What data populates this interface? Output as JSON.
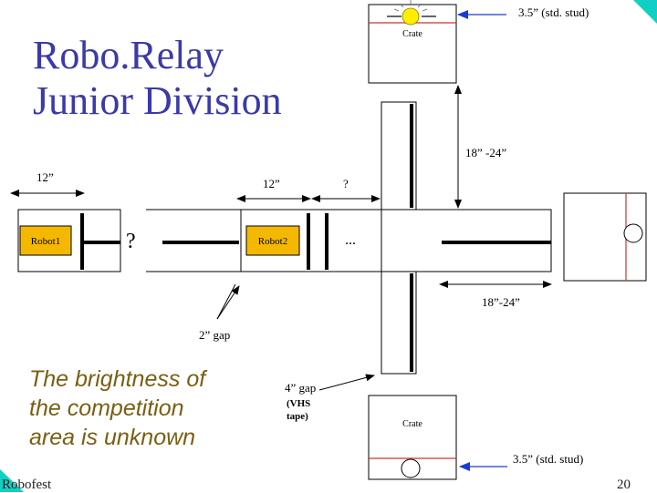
{
  "title": {
    "line1": "Robo.Relay",
    "line2": "Junior Division"
  },
  "note": {
    "line1": "The brightness of",
    "line2": "the competition",
    "line3": "area is unknown"
  },
  "footer": {
    "left": "Robofest",
    "page": "20"
  },
  "diagram": {
    "crate_top_label": "Crate",
    "crate_bottom_label": "Crate",
    "stud_top_label": "3.5” (std. stud)",
    "stud_bottom_label": "3.5” (std. stud)",
    "vertical_distance_label": "18” -24”",
    "horizontal_distance_label": "18”-24”",
    "robot1_label": "Robot1",
    "robot2_label": "Robot2",
    "first_gap_label": "12”",
    "second_gap_label": "12”",
    "unknown_gap_label": "?",
    "mystery_mark": "?",
    "ellipsis": "...",
    "two_inch_gap_label": "2” gap",
    "four_inch_gap_label": "4” gap",
    "vhs_line1": "(VHS",
    "vhs_line2": "tape)",
    "colors": {
      "robot_fill": "#f5b800",
      "light_fill": "#ffee00",
      "crate_stripe": "#cc3333",
      "arrow_blue": "#1a3ad8",
      "teal_corner": "#11cfc4"
    }
  }
}
